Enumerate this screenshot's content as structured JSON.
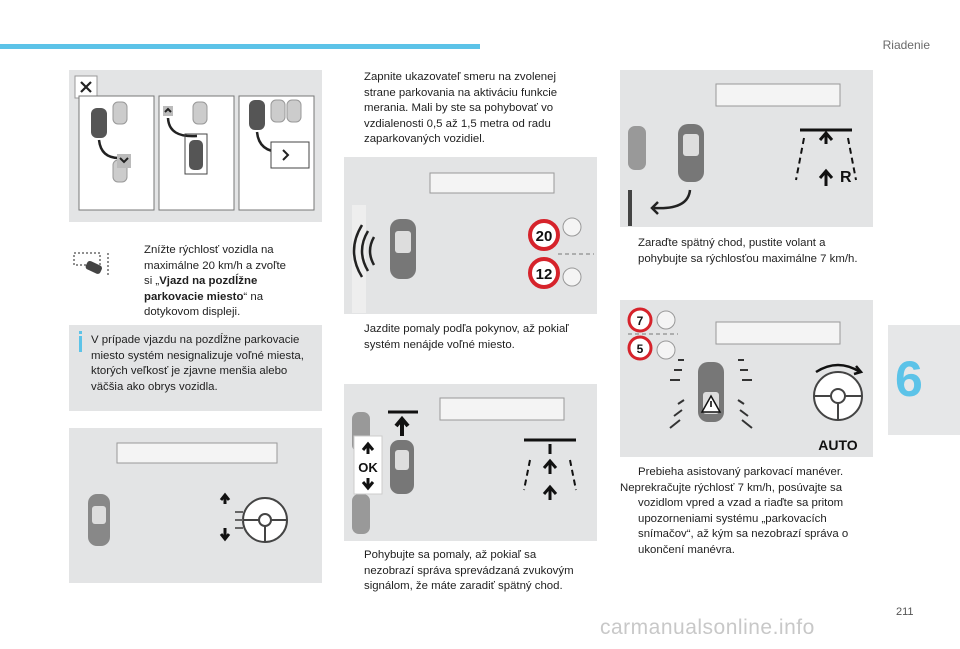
{
  "header": {
    "section_title": "Riadenie"
  },
  "chapter": {
    "number": "6"
  },
  "page": {
    "number": "211"
  },
  "watermark": {
    "text": "carmanualsonline.info"
  },
  "colors": {
    "accent": "#5cc3e8",
    "panel": "#e3e4e5",
    "dark": "#1a1a1a"
  },
  "col1": {
    "step1": {
      "bullet": "",
      "line1": "Znížte rýchlosť vozidla na",
      "line2": "maximálne 20 km/h a zvoľte",
      "line3_prefix": "si „",
      "line3_bold": "Vjazd na pozdĺžne",
      "line4_bold": "parkovacie miesto",
      "line4_suffix": "“ na",
      "line5": "dotykovom displeji."
    },
    "note": {
      "line1": "V prípade vjazdu na pozdĺžne parkovacie",
      "line2": "miesto systém nesignalizuje voľné miesta,",
      "line3": "ktorých veľkosť je zjavne menšia alebo",
      "line4": "väčšia ako obrys vozidla."
    }
  },
  "col2": {
    "step1": {
      "bullet": "",
      "line1": "Zapnite ukazovateľ smeru na zvolenej",
      "line2": "strane parkovania na aktiváciu funkcie",
      "line3": "merania. Mali by ste sa pohybovať vo",
      "line4": "vzdialenosti 0,5 až 1,5 metra od radu",
      "line5": "zaparkovaných vozidiel."
    },
    "speed_signs": [
      "20",
      "12"
    ],
    "step2": {
      "bullet": "",
      "line1": "Jazdite pomaly podľa pokynov, až pokiaľ",
      "line2": "systém nenájde voľné miesto."
    },
    "ok_label": "OK",
    "step3": {
      "bullet": "",
      "line1": "Pohybujte sa pomaly, až pokiaľ sa",
      "line2": "nezobrazí správa sprevádzaná zvukovým",
      "line3": "signálom, že máte zaradiť spätný chod."
    }
  },
  "col3": {
    "gear_label": "R",
    "step1": {
      "bullet": "",
      "line1": "Zaraďte spätný chod, pustite volant a",
      "line2": "pohybujte sa rýchlosťou maximálne 7 km/h."
    },
    "speed_signs": [
      "7",
      "5"
    ],
    "auto_label": "AUTO",
    "step2": {
      "bullet": "",
      "line1": "Prebieha asistovaný parkovací manéver.",
      "line2": "Neprekračujte rýchlosť 7 km/h, posúvajte sa",
      "line3": "vozidlom vpred a vzad a riaďte sa pritom",
      "line4": "upozorneniami systému „parkovacích",
      "line5": "snímačov“, až kým sa nezobrazí správa o",
      "line6": "ukončení manévra."
    }
  }
}
